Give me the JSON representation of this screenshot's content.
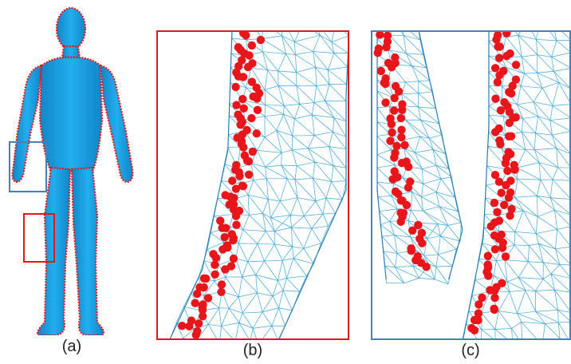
{
  "figure": {
    "captions": [
      "(a)",
      "(b)",
      "(c)"
    ],
    "colors": {
      "body": "#1aa3ea",
      "body_shade": "#0f86c7",
      "boundary_points": "#e8161a",
      "mesh_lines": "#3fa6d8",
      "box_b": "#e01818",
      "box_c": "#4a80b8"
    },
    "panels": [
      {
        "id": "a",
        "content": "full-body-mesh",
        "icon": "human-figure"
      },
      {
        "id": "b",
        "content": "zoom-red-region",
        "icon": "mesh-zoom"
      },
      {
        "id": "c",
        "content": "zoom-blue-region",
        "icon": "mesh-zoom"
      }
    ]
  }
}
